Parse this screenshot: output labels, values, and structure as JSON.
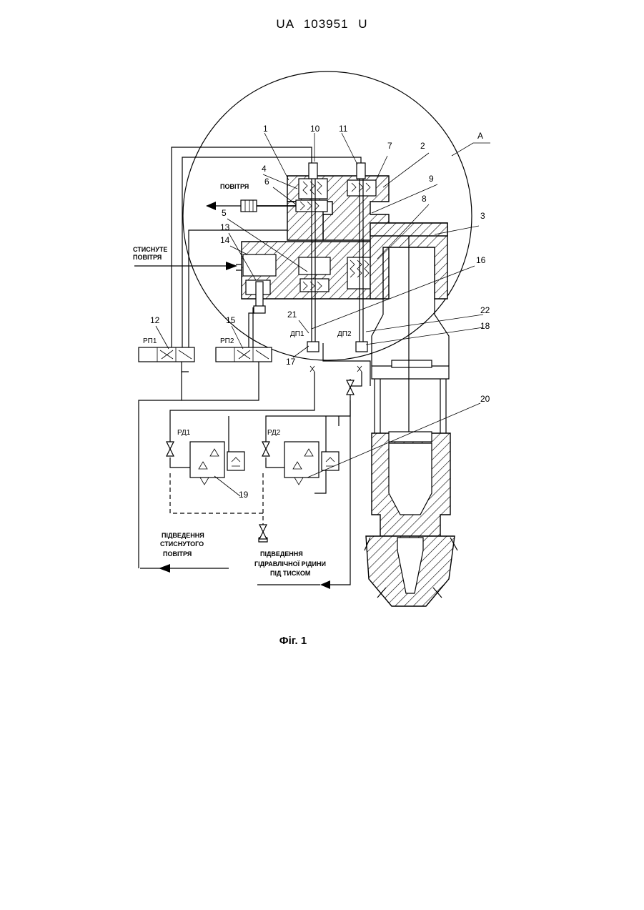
{
  "header": {
    "text": "UA   103951   U"
  },
  "caption": {
    "text": "Фіг. 1"
  },
  "labels": {
    "air": "ПОВІТРЯ",
    "compressed_air_1": "СТИСНУТЕ",
    "compressed_air_2": "ПОВІТРЯ",
    "supply_air_1": "ПІДВЕДЕННЯ",
    "supply_air_2": "СТИСНУТОГО",
    "supply_air_3": "ПОВІТРЯ",
    "supply_fluid_1": "ПІДВЕДЕННЯ",
    "supply_fluid_2": "ГІДРАВЛІЧНОЇ РІДИНИ",
    "supply_fluid_3": "ПІД ТИСКОМ"
  },
  "codes": {
    "rp1": "РП1",
    "rp2": "РП2",
    "rd1": "РД1",
    "rd2": "РД2",
    "dp1": "ДП1",
    "dp2": "ДП2"
  },
  "detail": {
    "letter": "А"
  },
  "numbers": {
    "n1": "1",
    "n2": "2",
    "n3": "3",
    "n4": "4",
    "n5": "5",
    "n6": "6",
    "n7": "7",
    "n8": "8",
    "n9": "9",
    "n10": "10",
    "n11": "11",
    "n12": "12",
    "n13": "13",
    "n14": "14",
    "n15": "15",
    "n16": "16",
    "n17": "17",
    "n18": "18",
    "n19": "19",
    "n20": "20",
    "n21": "21",
    "n22": "22"
  }
}
